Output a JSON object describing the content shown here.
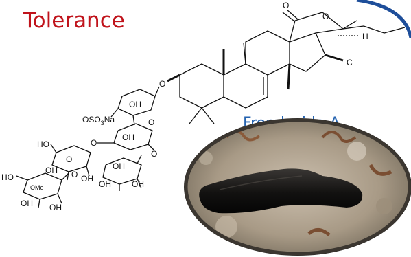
{
  "title": "Tolerance",
  "compound_name": "Frondoside A",
  "colors": {
    "title": "#c0131b",
    "compound_name": "#2563b0",
    "border": "#1e4e9a",
    "ink": "#111111"
  },
  "atom_labels": {
    "lactone_o1": "O",
    "lactone_o2": "O",
    "h_label": "H",
    "c_label": "C",
    "glycoside_o1": "O",
    "glycoside_o2": "O",
    "glycoside_o3": "O",
    "glycoside_o4": "O",
    "glycoside_o5": "O",
    "glycoside_o6": "O",
    "sulfate": "OSO",
    "sulfate_sub": "3",
    "sulfate_na": "Na",
    "oh1": "OH",
    "oh2": "OH",
    "oh3": "OH",
    "oh4": "OH",
    "oh5": "OH",
    "oh6": "OH",
    "oh7": "OH",
    "oh8": "OH",
    "oh9": "OH",
    "ho1": "HO",
    "ho2": "HO",
    "ome": "OMe"
  },
  "photo_subject": "sea-cucumber"
}
